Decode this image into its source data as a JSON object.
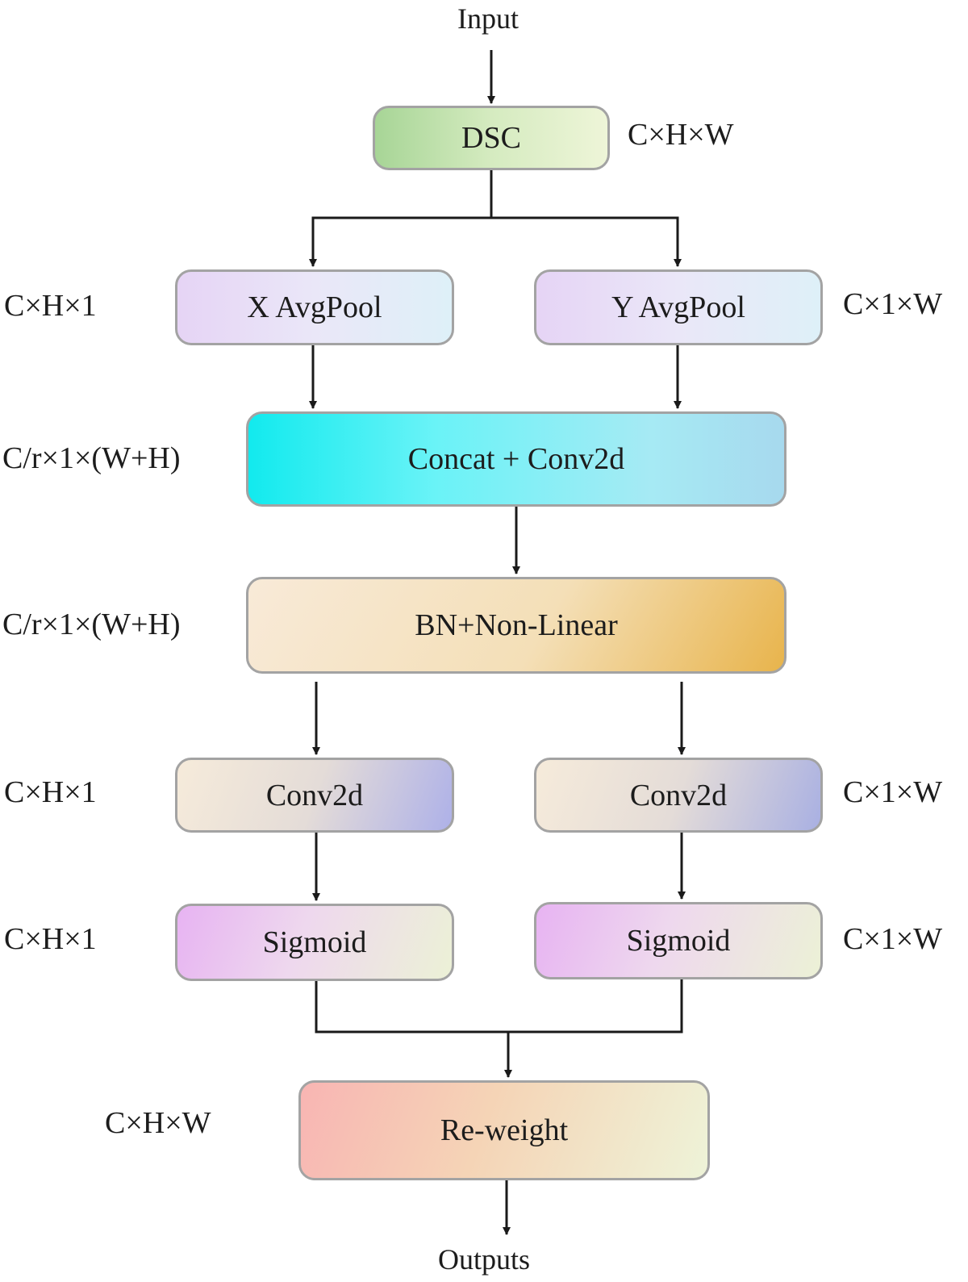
{
  "title": "",
  "labels": {
    "input": "Input",
    "outputs": "Outputs"
  },
  "nodes": {
    "dsc": "DSC",
    "x_avgpool": "X AvgPool",
    "y_avgpool": "Y AvgPool",
    "concat_conv2d": "Concat + Conv2d",
    "bn_nonlinear": "BN+Non-Linear",
    "conv2d_left": "Conv2d",
    "conv2d_right": "Conv2d",
    "sigmoid_left": "Sigmoid",
    "sigmoid_right": "Sigmoid",
    "reweight": "Re-weight"
  },
  "dims": {
    "dsc": "C×H×W",
    "x_avgpool": "C×H×1",
    "y_avgpool": "C×1×W",
    "concat_conv2d": "C/r×1×(W+H)",
    "bn_nonlinear": "C/r×1×(W+H)",
    "conv2d_left": "C×H×1",
    "conv2d_right": "C×1×W",
    "sigmoid_left": "C×H×1",
    "sigmoid_right": "C×1×W",
    "reweight": "C×H×W"
  },
  "colors": {
    "box_border": "#a3a3a3",
    "arrow": "#1a1a1a"
  }
}
